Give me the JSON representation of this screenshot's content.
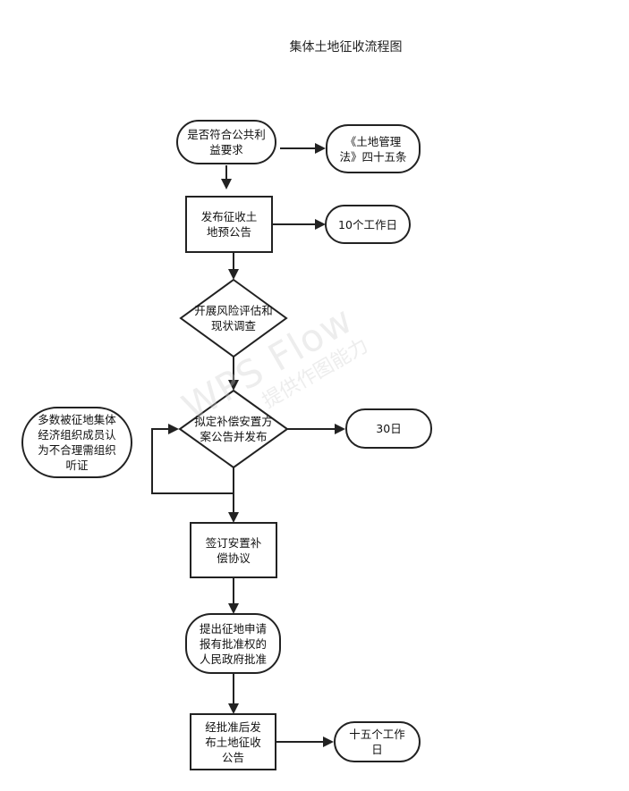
{
  "title": "集体土地征收流程图",
  "watermark": {
    "main": "WPS Flow",
    "sub": "提供作图能力"
  },
  "nodes": {
    "public_interest": "是否符合公共利\n益要求",
    "land_law": "《土地管理\n法》四十五条",
    "pre_announcement": "发布征收土\n地预公告",
    "ten_days": "10个工作日",
    "risk_assessment": "开展风险评估和\n现状调查",
    "compensation_plan": "拟定补偿安置方\n案公告并发布",
    "thirty_days": "30日",
    "hearing_note": "多数被征地集体\n经济组织成员认\n为不合理需组织\n听证",
    "sign_agreement": "签订安置补\n偿协议",
    "apply_approval": "提出征地申请\n报有批准权的\n人民政府批准",
    "publish_after_approval": "经批准后发\n布土地征收\n公告",
    "fifteen_days": "十五个工作\n日"
  },
  "colors": {
    "stroke": "#222222",
    "fill": "#ffffff",
    "text": "#111111"
  }
}
